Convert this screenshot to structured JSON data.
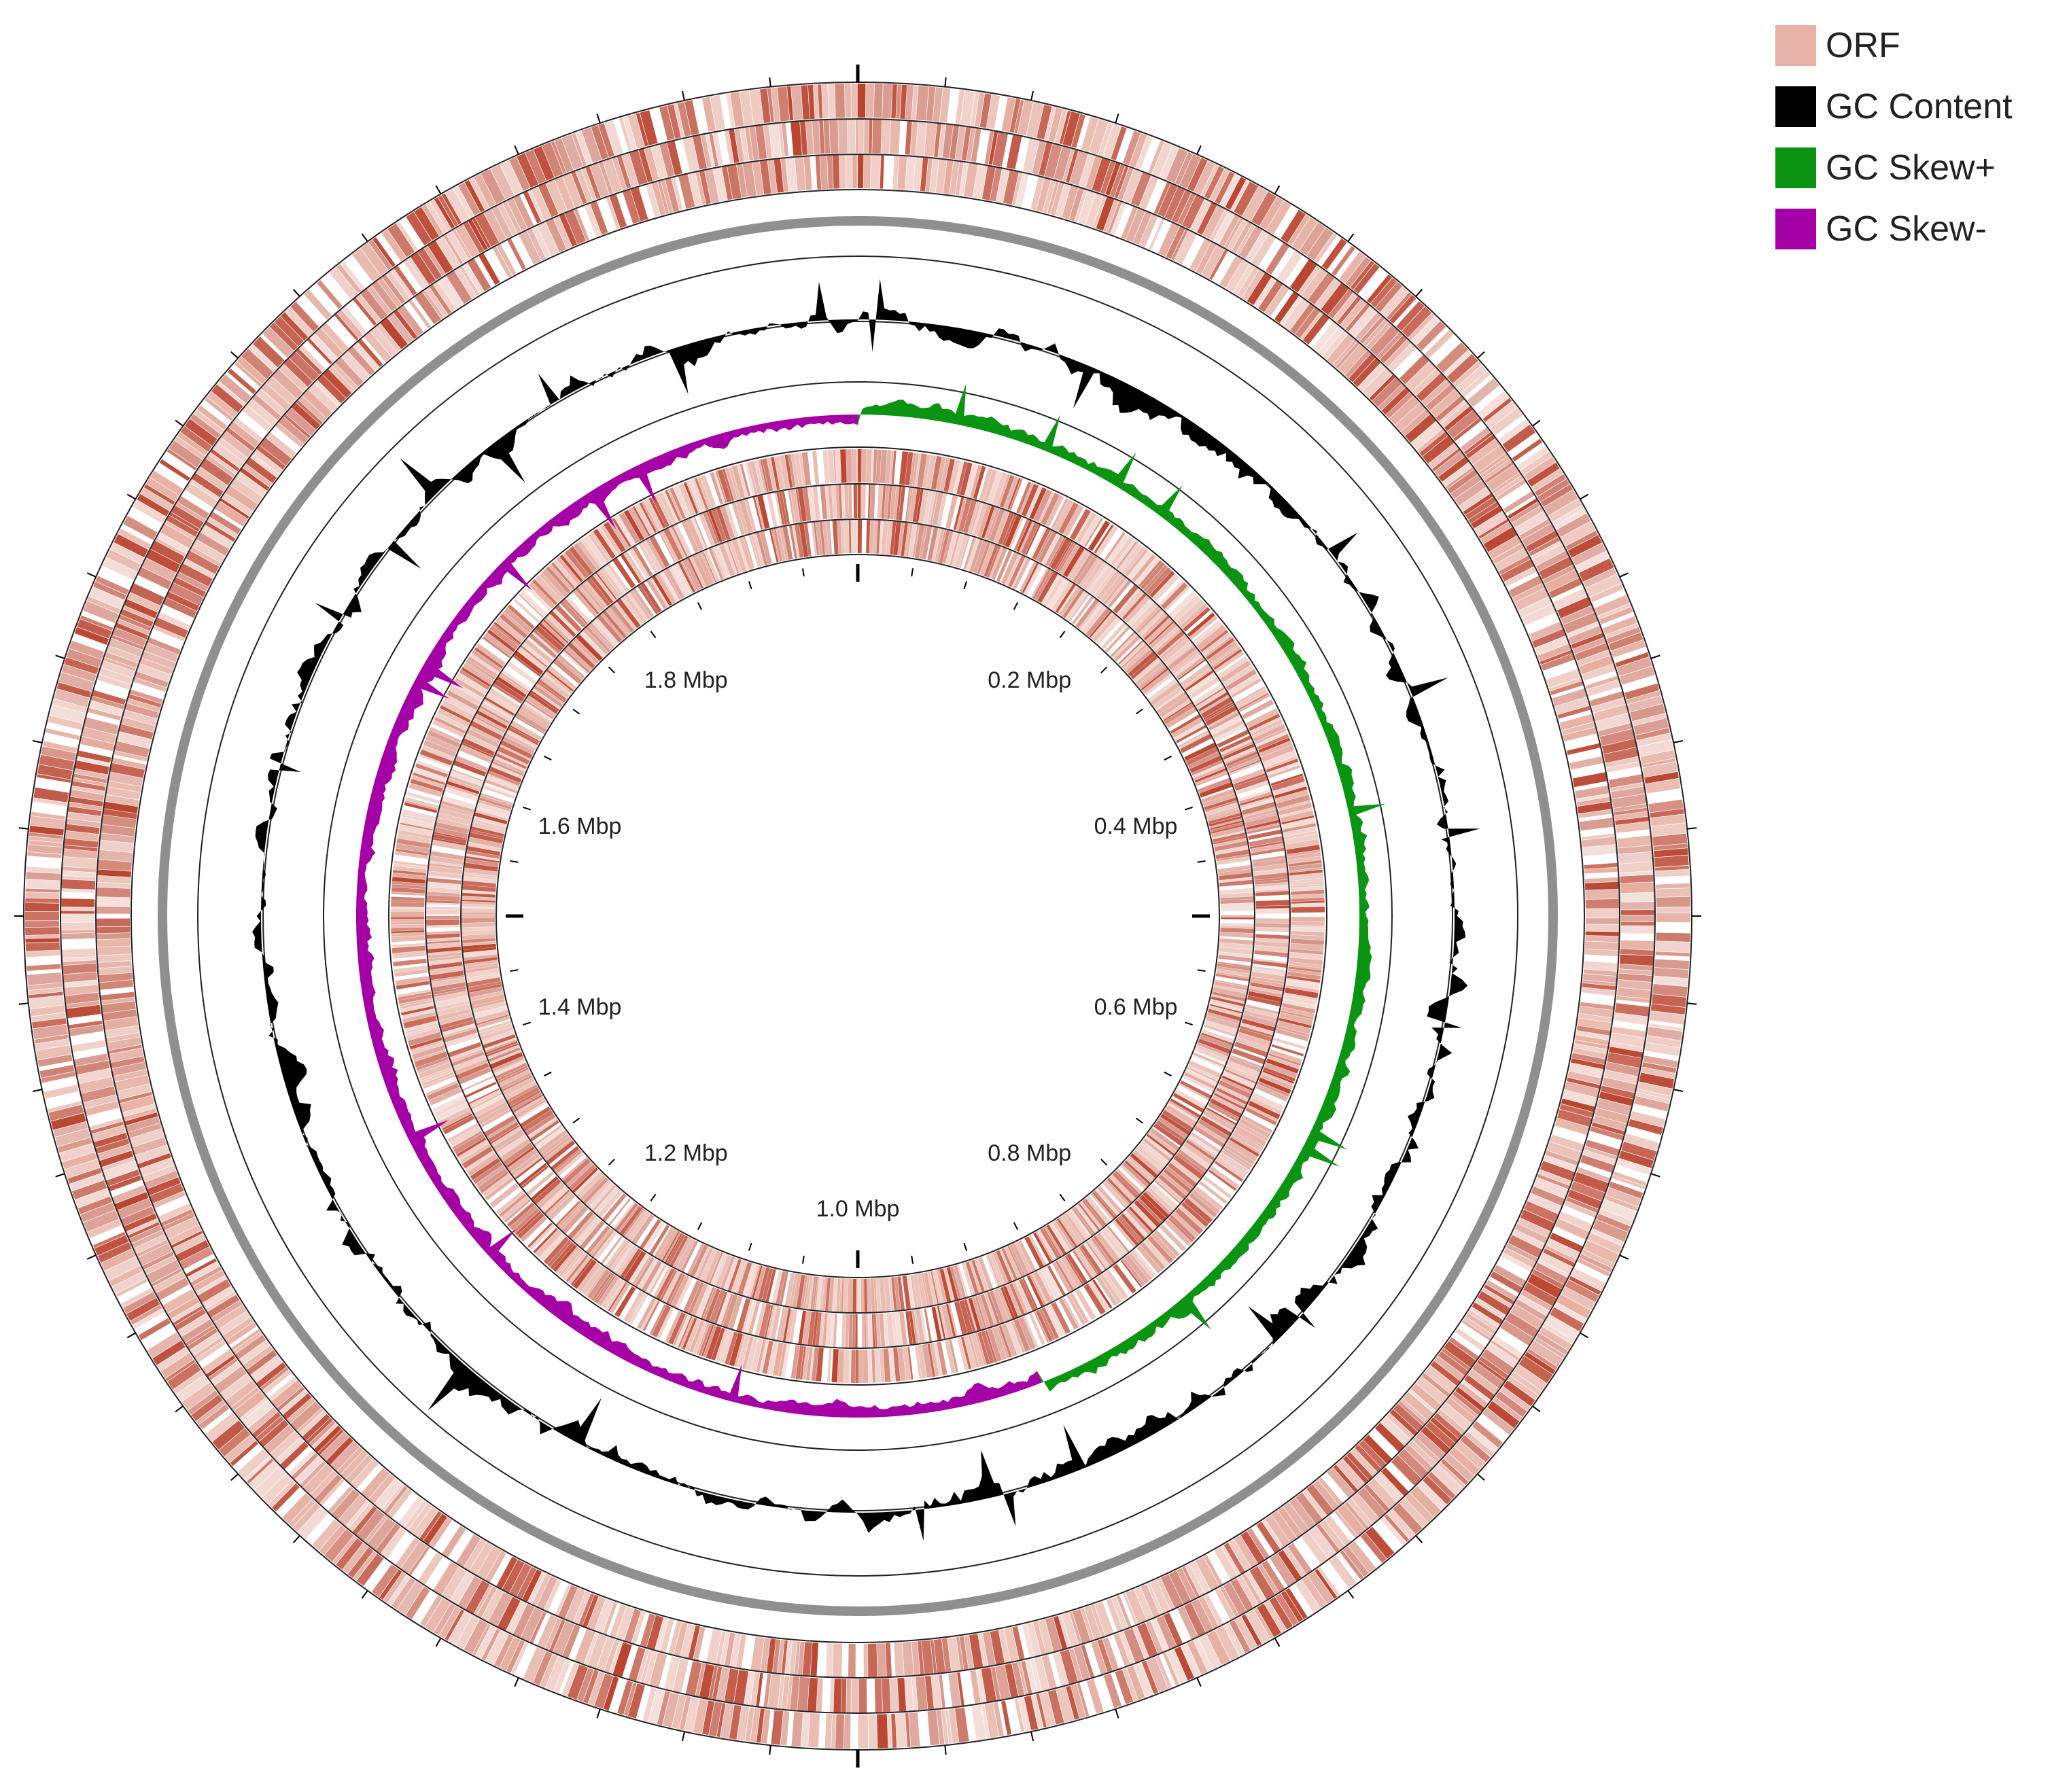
{
  "legend": [
    {
      "label": "ORF",
      "color": "#e6b1a6"
    },
    {
      "label": "GC Content",
      "color": "#000000"
    },
    {
      "label": "GC Skew+",
      "color": "#0a9412"
    },
    {
      "label": "GC Skew-",
      "color": "#a400a6"
    }
  ],
  "colors": {
    "orf_light": "#e3a89a",
    "orf_dark": "#b63a24",
    "backbone": "#8f8f8f",
    "ring_line": "#222222"
  },
  "genome": {
    "length_mbp": 2.0,
    "labels": [
      {
        "text": "0.2 Mbp",
        "pos": 0.2
      },
      {
        "text": "0.4 Mbp",
        "pos": 0.4
      },
      {
        "text": "0.6 Mbp",
        "pos": 0.6
      },
      {
        "text": "0.8 Mbp",
        "pos": 0.8
      },
      {
        "text": "1.0 Mbp",
        "pos": 1.0
      },
      {
        "text": "1.2 Mbp",
        "pos": 1.2
      },
      {
        "text": "1.4 Mbp",
        "pos": 1.4
      },
      {
        "text": "1.6 Mbp",
        "pos": 1.6
      },
      {
        "text": "1.8 Mbp",
        "pos": 1.8
      }
    ]
  }
}
